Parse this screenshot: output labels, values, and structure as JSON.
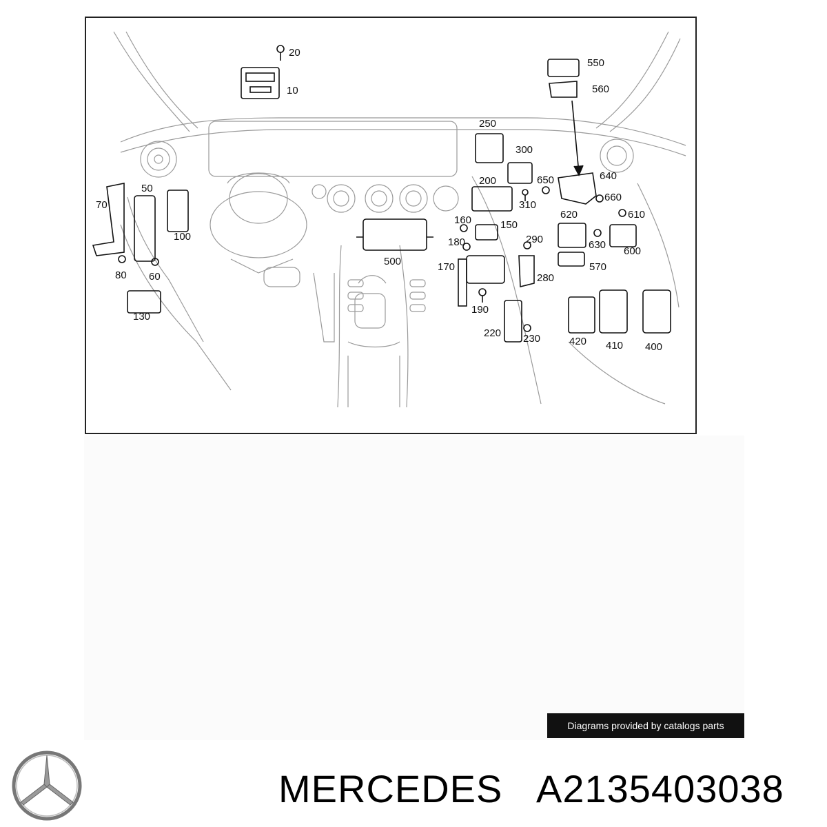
{
  "diagram": {
    "labels": [
      "20",
      "10",
      "550",
      "560",
      "250",
      "300",
      "200",
      "650",
      "640",
      "660",
      "310",
      "620",
      "610",
      "70",
      "50",
      "100",
      "160",
      "150",
      "500",
      "180",
      "290",
      "630",
      "600",
      "80",
      "60",
      "170",
      "570",
      "280",
      "130",
      "190",
      "420",
      "410",
      "400",
      "220",
      "230"
    ]
  },
  "credit": "Diagrams provided by catalogs parts",
  "brand": "MERCEDES",
  "part_number": "A2135403038",
  "icons": {
    "logo": "mercedes-star-icon"
  }
}
